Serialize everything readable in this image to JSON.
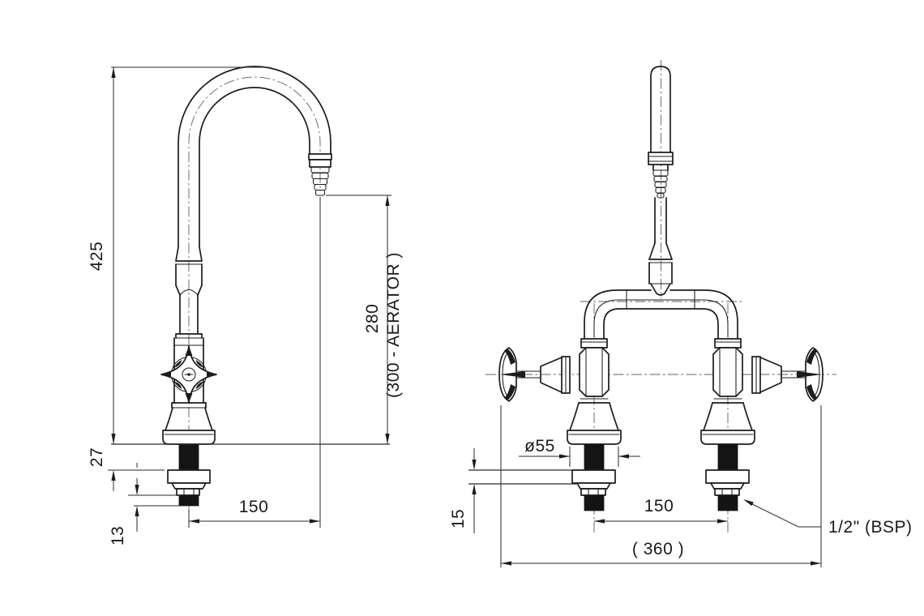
{
  "drawing": {
    "background": "#ffffff",
    "line_color": "#1c1c1c",
    "side_view": {
      "title": "side elevation of gooseneck pillar tap",
      "dims": {
        "overall_height": "425",
        "deck_max": "27",
        "tail_length": "13",
        "spout_reach": "150",
        "outlet_height": "280",
        "outlet_note": "(300 - AERATOR )"
      }
    },
    "front_view": {
      "title": "front elevation of bridge-mounted tap",
      "dims": {
        "base_diameter": "ø55",
        "deck_min": "15",
        "hole_centres": "150",
        "overall_width": "( 360 )"
      },
      "labels": {
        "inlet_thread": "1/2\" (BSP)"
      }
    }
  }
}
